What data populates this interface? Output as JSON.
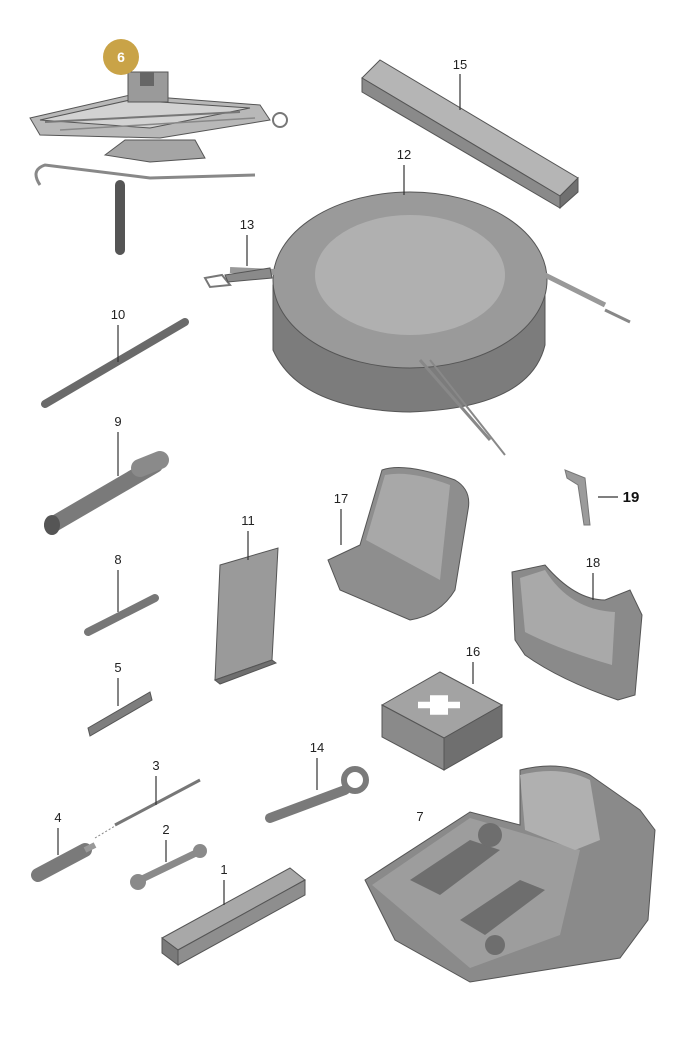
{
  "callouts": {
    "p1": "1",
    "p2": "2",
    "p3": "3",
    "p4": "4",
    "p5": "5",
    "p6": "6",
    "p7": "7",
    "p8": "8",
    "p9": "9",
    "p10": "10",
    "p11": "11",
    "p12": "12",
    "p13": "13",
    "p14": "14",
    "p15": "15",
    "p16": "16",
    "p17": "17",
    "p18": "18",
    "p19": "19"
  },
  "colors": {
    "highlight_badge": "#c9a347",
    "part_fill": "#8f8f8f",
    "part_light": "#b3b3b3",
    "part_dark": "#6d6d6d",
    "cross": "#ffffff"
  }
}
